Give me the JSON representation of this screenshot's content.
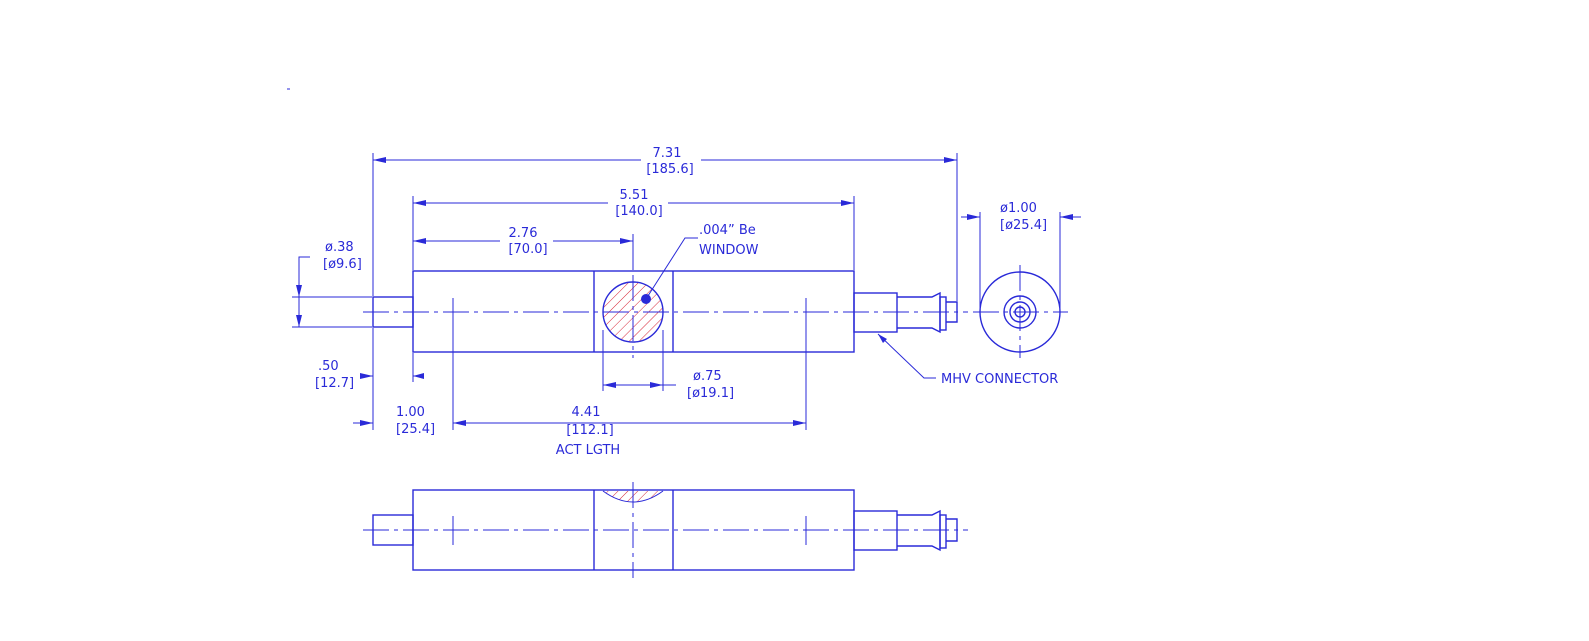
{
  "colors": {
    "line": "#2a2ad8",
    "hatch": "#d8283a",
    "background": "#ffffff"
  },
  "dims": {
    "overall": {
      "in": "7.31",
      "mm": "[185.6]"
    },
    "body": {
      "in": "5.51",
      "mm": "[140.0]"
    },
    "window_pos": {
      "in": "2.76",
      "mm": "[70.0]"
    },
    "stem_dia": {
      "in": "ø.38",
      "mm": "[ø9.6]"
    },
    "stem_len": {
      "in": ".50",
      "mm": "[12.7]"
    },
    "act_offset": {
      "in": "1.00",
      "mm": "[25.4]"
    },
    "act_len": {
      "in": "4.41",
      "mm": "[112.1]",
      "note": "ACT LGTH"
    },
    "window_dia": {
      "in": "ø.75",
      "mm": "[ø19.1]"
    },
    "body_dia": {
      "in": "ø1.00",
      "mm": "[ø25.4]"
    }
  },
  "callouts": {
    "window_line1": ".004” Be",
    "window_line2": "WINDOW",
    "connector": "MHV CONNECTOR"
  }
}
